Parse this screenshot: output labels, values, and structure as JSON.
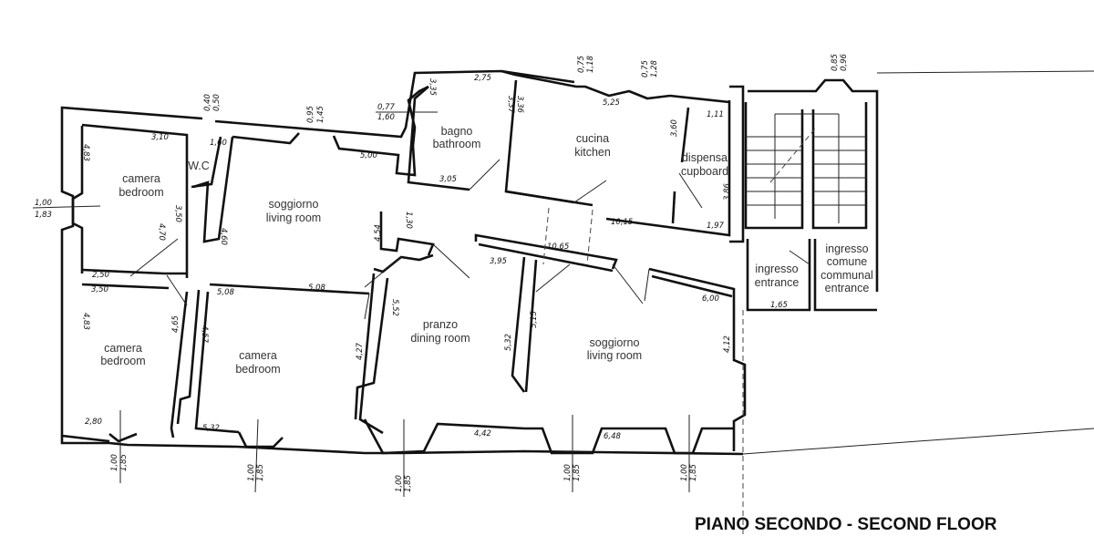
{
  "title": "PIANO SECONDO - SECOND FLOOR",
  "rooms": {
    "bedroom_nw": [
      "camera",
      "bedroom"
    ],
    "wc": "W.C",
    "living_n": [
      "soggiorno",
      "living room"
    ],
    "bathroom": [
      "bagno",
      "bathroom"
    ],
    "kitchen": [
      "cucina",
      "kitchen"
    ],
    "cupboard": [
      "dispensa",
      "cupboard"
    ],
    "entrance": [
      "ingresso",
      "entrance"
    ],
    "communal": [
      "ingresso",
      "comune",
      "communal",
      "entrance"
    ],
    "bedroom_sw": [
      "camera",
      "bedroom"
    ],
    "bedroom_s": [
      "camera",
      "bedroom"
    ],
    "dining": [
      "pranzo",
      "dining room"
    ],
    "living_s": [
      "soggiorno",
      "living room"
    ]
  },
  "dims": [
    "0,40",
    "0,50",
    "3,10",
    "1,60",
    "4,83",
    "1,00",
    "1,83",
    "3,50",
    "4,70",
    "4,60",
    "0,95",
    "1,45",
    "5,00",
    "0,77",
    "1,60",
    "3,35",
    "2,75",
    "3,05",
    "3,37",
    "3,36",
    "0,75",
    "1,18",
    "5,25",
    "0,75",
    "1,28",
    "3,60",
    "1,11",
    "10,15",
    "1,97",
    "3,86",
    "0,85",
    "0,96",
    "4,54",
    "1,30",
    "10,65",
    "3,95",
    "2,50",
    "3,50",
    "4,83",
    "5,08",
    "5,08",
    "4,65",
    "4,57",
    "5,52",
    "4,27",
    "2,80",
    "5,32",
    "4,42",
    "5,32",
    "5,15",
    "6,00",
    "4,12",
    "6,48",
    "1,65",
    "1,00",
    "1,85",
    "1,00",
    "1,85",
    "1,00",
    "1,85",
    "1,00",
    "1,85",
    "1,00",
    "1,85"
  ]
}
